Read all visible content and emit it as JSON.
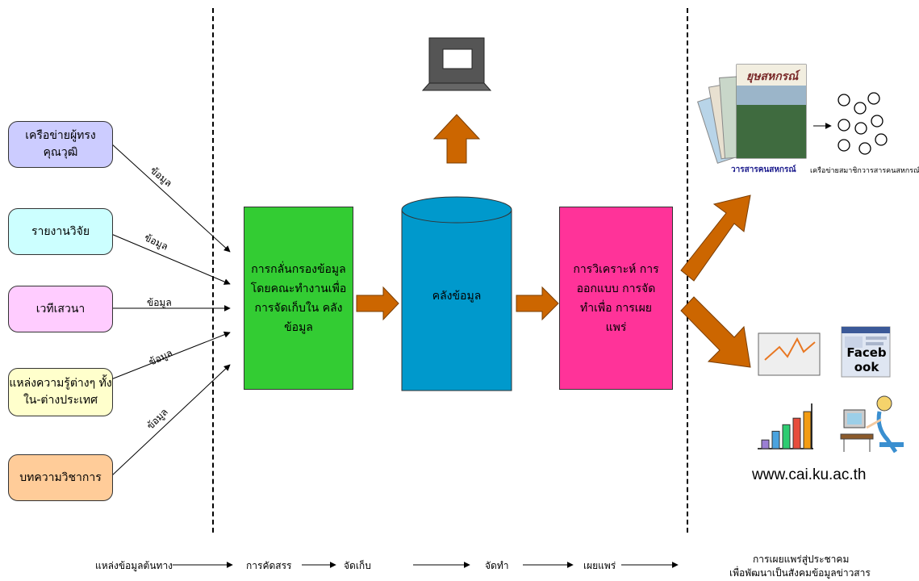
{
  "sources": [
    {
      "label": "เครือข่ายผู้ทรงคุณวุฒิ",
      "color": "#ccccff"
    },
    {
      "label": "รายงานวิจัย",
      "color": "#ccffff"
    },
    {
      "label": "เวทีเสวนา",
      "color": "#ffccff"
    },
    {
      "label": "แหล่งความรู้ต่างๆ ทั้งใน-ต่างประเทศ",
      "color": "#ffffcc"
    },
    {
      "label": "บทความวิชาการ",
      "color": "#ffcc99"
    }
  ],
  "arrow_label": "ข้อมูล",
  "process": {
    "filter": "การกลั่นกรองข้อมูล โดยคณะทำงานเพื่อ การจัดเก็บใน คลังข้อมูล",
    "warehouse": "คลังข้อมูล",
    "analysis": "การวิเคราะห์ การออกแบบ การจัดทำเพื่อ การเผยแพร่"
  },
  "outputs": {
    "magazine_title": "ยุษสหกรณ์",
    "magazine_caption": "วารสารคนสหกรณ์",
    "network_caption": "เครือข่ายสมาชิกวารสารคนสหกรณ์",
    "facebook": "Facebook",
    "website": "www.cai.ku.ac.th"
  },
  "stages": [
    "แหล่งข้อมูลต้นทาง",
    "การคัดสรร",
    "จัดเก็บ",
    "จัดทำ",
    "เผยแพร่"
  ],
  "final_stage": {
    "line1": "การเผยแพร่สู่ประชาคม",
    "line2": "เพื่อพัฒนาเป็นสังคมข้อมูลข่าวสาร"
  },
  "colors": {
    "filter": "#33cc33",
    "warehouse": "#0099cc",
    "analysis": "#ff3399",
    "arrow": "#cc6600"
  },
  "chart_bars": [
    0.2,
    0.4,
    0.55,
    0.7,
    0.85
  ]
}
